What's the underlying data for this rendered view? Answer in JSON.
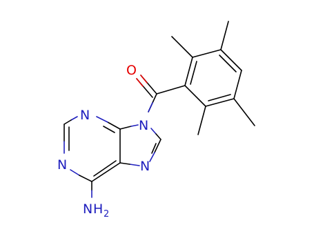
{
  "molecule": {
    "atom_labels": {
      "oxygen": "O",
      "n_ring_a": "N",
      "n_ring_b": "N",
      "n_ring_9": "N",
      "n_ring_7": "N",
      "amine_n": "N",
      "amine_h": "H",
      "amine_sub": "2"
    },
    "colors": {
      "bond": "#000000",
      "nitrogen": "#1e1ebe",
      "oxygen": "#e60000"
    }
  }
}
